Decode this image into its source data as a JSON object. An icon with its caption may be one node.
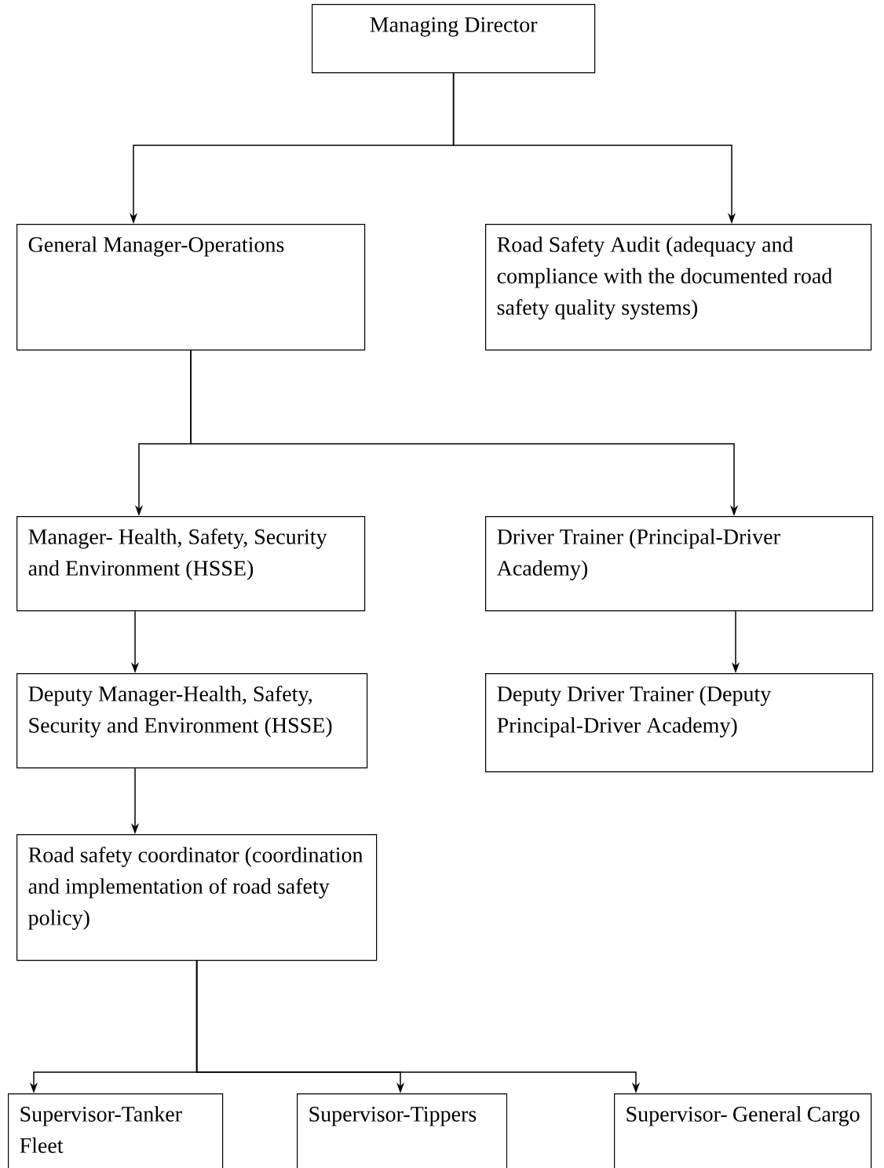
{
  "diagram": {
    "nodes": [
      {
        "text": [
          "Managing Director"
        ]
      },
      {
        "text": [
          "General Manager-Operations"
        ]
      },
      {
        "text": [
          "Road Safety Audit (adequacy and compliance with the documented road safety quality systems)"
        ]
      },
      {
        "text": [
          "Manager- Health, Safety, Security and Environment (HSSE)"
        ]
      },
      {
        "text": [
          "Driver Trainer (Principal-Driver Academy)"
        ]
      },
      {
        "text": [
          "Deputy Manager-Health, Safety, Security and Environment (HSSE)"
        ]
      },
      {
        "text": [
          "Deputy Driver Trainer (Deputy Principal-Driver Academy)"
        ]
      },
      {
        "text": [
          "Road safety coordinator (coordination and implementation of road safety policy)"
        ]
      },
      {
        "text": [
          "Supervisor-Tanker Fleet"
        ]
      },
      {
        "text": [
          "Supervisor-Tippers"
        ]
      },
      {
        "text": [
          "Supervisor- General Cargo"
        ]
      }
    ],
    "edges": [
      {
        "from": 0,
        "to": 1,
        "arrow": "to"
      },
      {
        "from": 0,
        "to": 2,
        "arrow": "to"
      },
      {
        "from": 1,
        "to": 3,
        "arrow": "to"
      },
      {
        "from": 1,
        "to": 4,
        "arrow": "to"
      },
      {
        "from": 3,
        "to": 5,
        "arrow": "to"
      },
      {
        "from": 4,
        "to": 6,
        "arrow": "to"
      },
      {
        "from": 5,
        "to": 7,
        "arrow": "to"
      },
      {
        "from": 7,
        "to": 8,
        "arrow": "to"
      },
      {
        "from": 7,
        "to": 9,
        "arrow": "to"
      },
      {
        "from": 7,
        "to": 10,
        "arrow": "to"
      }
    ]
  }
}
